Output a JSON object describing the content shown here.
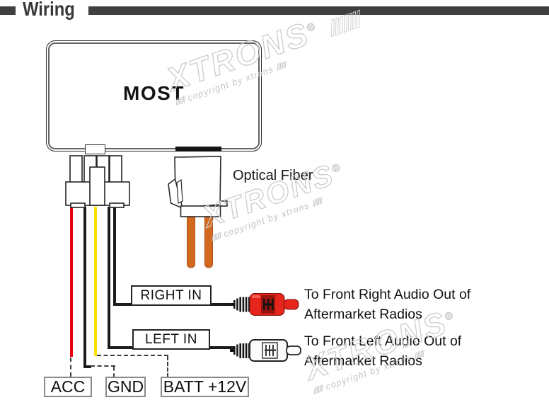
{
  "header": {
    "title": "Wiring"
  },
  "diagram": {
    "device_label": "MOST",
    "optical_label": "Optical Fiber",
    "connectors": {
      "right_in_label": "RIGHT IN",
      "left_in_label": "LEFT IN"
    },
    "power_labels": {
      "acc": "ACC",
      "gnd": "GND",
      "batt": "BATT +12V"
    },
    "notes": {
      "right_line1": "To Front Right Audio Out of",
      "right_line2": "Aftermarket Radios",
      "left_line1": "To Front Left Audio Out of",
      "left_line2": "Aftermarket Radios"
    },
    "wires": [
      {
        "name": "acc-wire",
        "color": "#e60012"
      },
      {
        "name": "ground-wire",
        "color": "#1c1c1c"
      },
      {
        "name": "battery-wire",
        "color": "#ffe000"
      },
      {
        "name": "left-audio-wire",
        "color": "#1c1c1c"
      },
      {
        "name": "right-audio-wire",
        "color": "#1c1c1c"
      }
    ]
  },
  "watermark": {
    "brand": "XTRONS",
    "registered": "®",
    "copyright": "copyright by xtrons",
    "hatch": "///////"
  },
  "colors": {
    "header-bar": "#3f3f3f",
    "wire-red": "#e60012",
    "wire-yellow": "#ffe000",
    "wire-black": "#1c1c1c",
    "rca-red": "#e6251c",
    "rca-red-dark": "#9a140e",
    "rca-white": "#fcfcfc",
    "fiber-orange": "#d2691e",
    "fiber-orange-dark": "#a9541a",
    "box-border-gray": "#8a8a8a"
  }
}
